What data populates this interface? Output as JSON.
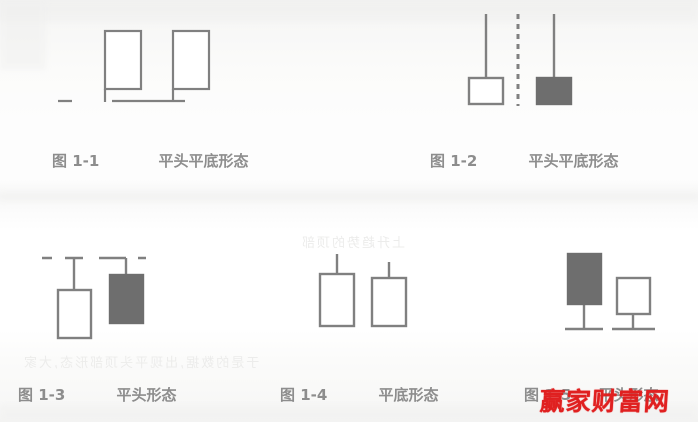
{
  "page": {
    "type": "scanned-book-page",
    "stroke_color": "#808080",
    "fill_color": "#6e6e6e",
    "background_color": "#fdfdfd",
    "caption_color": "#8d8d8d",
    "watermark_color": "#e02020"
  },
  "watermark": {
    "text": "赢家财富网"
  },
  "bleed_through": [
    {
      "text": "于是的数据,出现平头顶部形态,大家"
    },
    {
      "text": "上升趋势的顶部"
    }
  ],
  "figures": [
    {
      "id": "fig-1-1",
      "caption_number": "图 1-1",
      "caption_title": "平头平底形态",
      "pattern": "tweezers-top-and-bottom",
      "candles": [
        {
          "name": "candle-left",
          "body": "hollow",
          "has_lower_shadow": true,
          "has_upper_shadow": false
        },
        {
          "name": "candle-right",
          "body": "hollow",
          "has_lower_shadow": true,
          "has_upper_shadow": false
        }
      ],
      "reference_line": {
        "orientation": "horizontal",
        "style": "dashed",
        "position": "bottom"
      }
    },
    {
      "id": "fig-1-2",
      "caption_number": "图 1-2",
      "caption_title": "平头平底形态",
      "pattern": "tweezers-with-long-upper-shadows",
      "candles": [
        {
          "name": "candle-left",
          "body": "hollow",
          "has_lower_shadow": false,
          "has_upper_shadow": true
        },
        {
          "name": "candle-right",
          "body": "filled",
          "has_lower_shadow": false,
          "has_upper_shadow": true
        }
      ],
      "reference_line": {
        "orientation": "vertical",
        "style": "dashed",
        "position": "center"
      }
    },
    {
      "id": "fig-1-3",
      "caption_number": "图 1-3",
      "caption_title": "平头形态",
      "pattern": "tweezers-top",
      "candles": [
        {
          "name": "candle-left",
          "body": "hollow",
          "has_lower_shadow": false,
          "has_upper_shadow": true
        },
        {
          "name": "candle-right",
          "body": "filled",
          "has_lower_shadow": false,
          "has_upper_shadow": true
        }
      ],
      "reference_line": {
        "orientation": "horizontal",
        "style": "dashed",
        "position": "top"
      }
    },
    {
      "id": "fig-1-4",
      "caption_number": "图 1-4",
      "caption_title": "平底形态",
      "pattern": "tweezers-bottom",
      "candles": [
        {
          "name": "candle-left",
          "body": "hollow",
          "has_lower_shadow": false,
          "has_upper_shadow": true
        },
        {
          "name": "candle-right",
          "body": "hollow",
          "has_lower_shadow": false,
          "has_upper_shadow": true
        }
      ],
      "reference_line": null
    },
    {
      "id": "fig-1-5",
      "caption_number": "图 1-5",
      "caption_title": "平头形态",
      "pattern": "tweezers-bottom-shadows",
      "candles": [
        {
          "name": "candle-left",
          "body": "filled",
          "has_lower_shadow": true,
          "has_upper_shadow": false
        },
        {
          "name": "candle-right",
          "body": "hollow",
          "has_lower_shadow": true,
          "has_upper_shadow": false
        }
      ],
      "reference_line": {
        "orientation": "horizontal",
        "style": "solid",
        "position": "bottom"
      }
    }
  ]
}
